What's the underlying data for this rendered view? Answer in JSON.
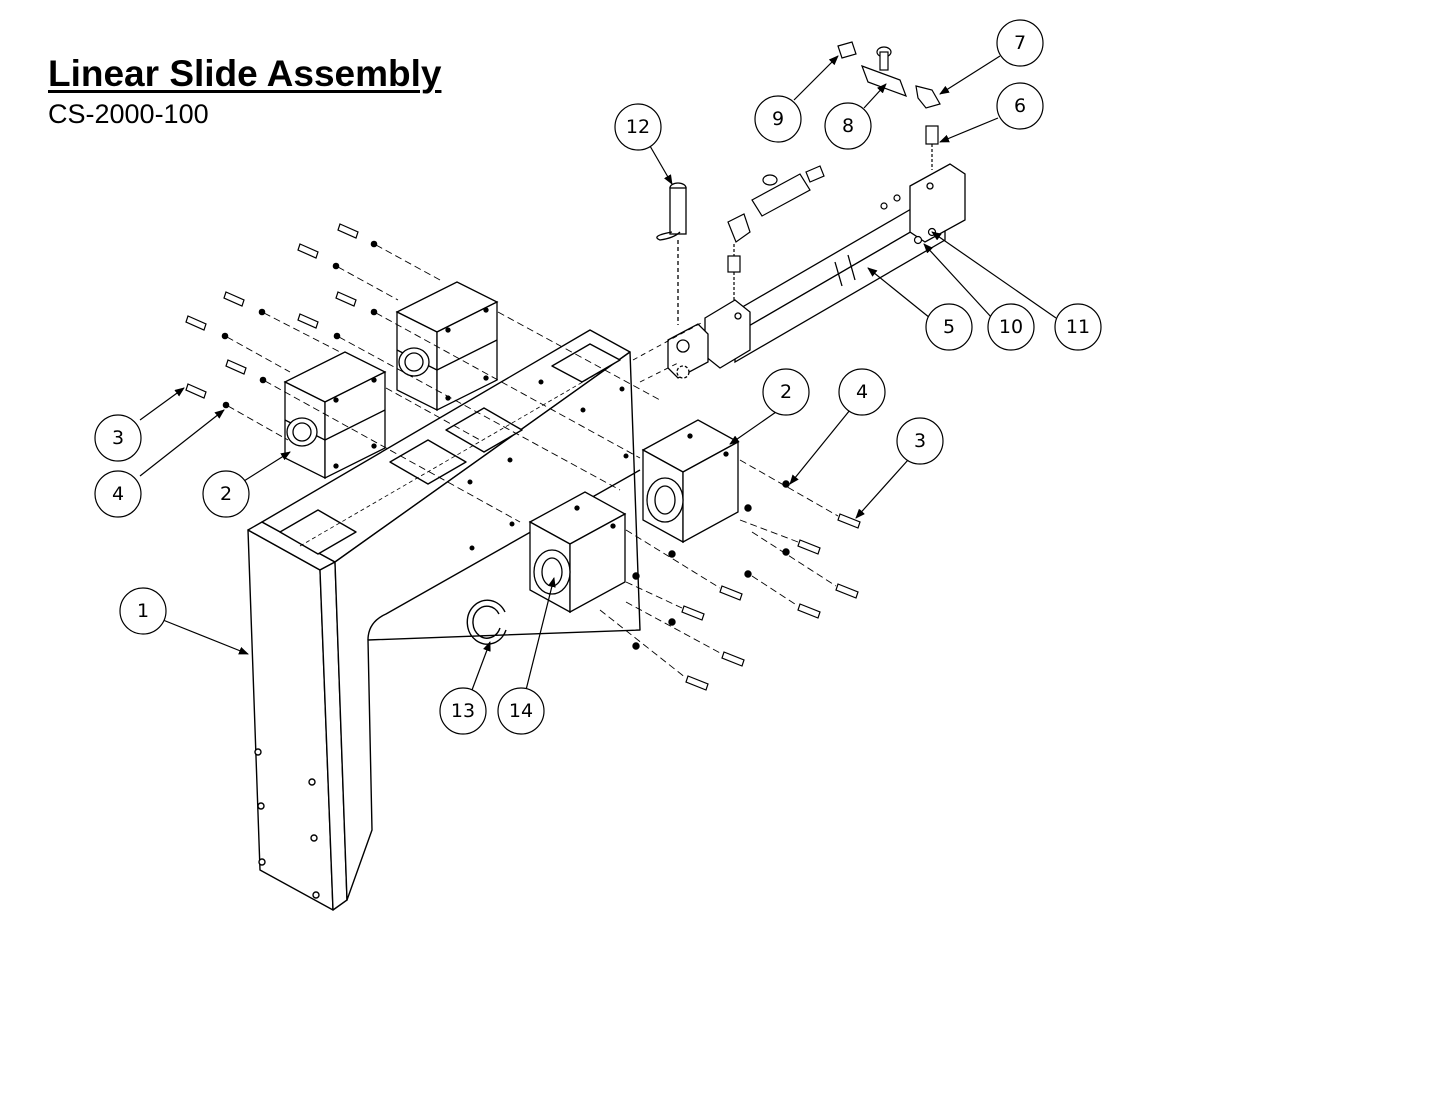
{
  "title": "Linear Slide Assembly",
  "part_number": "CS-2000-100",
  "callouts": [
    {
      "label": "1"
    },
    {
      "label": "2"
    },
    {
      "label": "2"
    },
    {
      "label": "3"
    },
    {
      "label": "3"
    },
    {
      "label": "4"
    },
    {
      "label": "4"
    },
    {
      "label": "5"
    },
    {
      "label": "6"
    },
    {
      "label": "7"
    },
    {
      "label": "8"
    },
    {
      "label": "9"
    },
    {
      "label": "10"
    },
    {
      "label": "11"
    },
    {
      "label": "12"
    },
    {
      "label": "13"
    },
    {
      "label": "14"
    }
  ]
}
